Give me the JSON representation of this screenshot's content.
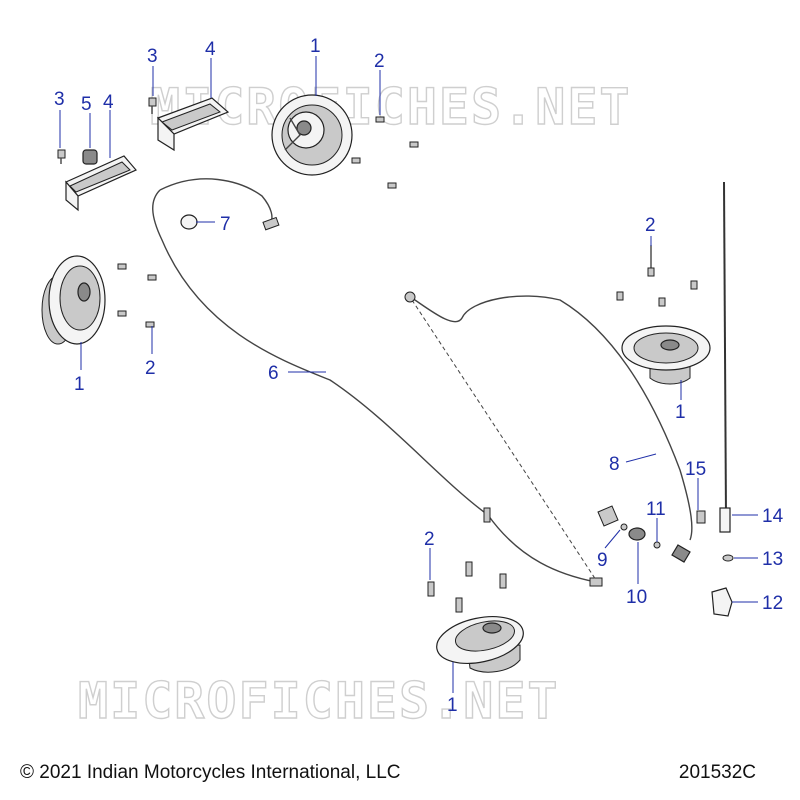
{
  "watermark": "MICROFICHES.NET",
  "callouts": [
    {
      "id": "c1-top",
      "label": "1"
    },
    {
      "id": "c2-top",
      "label": "2"
    },
    {
      "id": "c3-top",
      "label": "3"
    },
    {
      "id": "c4-top",
      "label": "4"
    },
    {
      "id": "c3-left",
      "label": "3"
    },
    {
      "id": "c5",
      "label": "5"
    },
    {
      "id": "c4-left",
      "label": "4"
    },
    {
      "id": "c7",
      "label": "7"
    },
    {
      "id": "c1-left",
      "label": "1"
    },
    {
      "id": "c2-left",
      "label": "2"
    },
    {
      "id": "c6",
      "label": "6"
    },
    {
      "id": "c2-right",
      "label": "2"
    },
    {
      "id": "c1-right",
      "label": "1"
    },
    {
      "id": "c8",
      "label": "8"
    },
    {
      "id": "c15",
      "label": "15"
    },
    {
      "id": "c14",
      "label": "14"
    },
    {
      "id": "c11",
      "label": "11"
    },
    {
      "id": "c9",
      "label": "9"
    },
    {
      "id": "c10",
      "label": "10"
    },
    {
      "id": "c13",
      "label": "13"
    },
    {
      "id": "c12",
      "label": "12"
    },
    {
      "id": "c2-bottom",
      "label": "2"
    },
    {
      "id": "c1-bottom",
      "label": "1"
    }
  ],
  "footer": {
    "copyright": "© 2021 Indian Motorcycles International, LLC",
    "diagram_id": "201532C"
  }
}
